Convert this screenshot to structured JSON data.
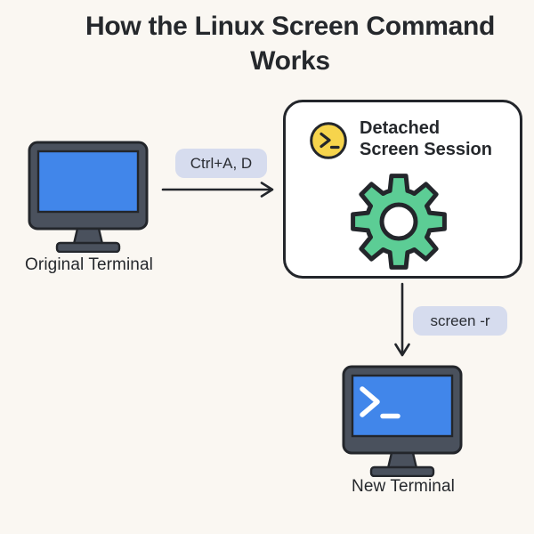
{
  "title": {
    "line1": "How the Linux Screen Command",
    "line2": "Works"
  },
  "diagram": {
    "original_terminal": {
      "label": "Original Terminal"
    },
    "detach_command": "Ctrl+A, D",
    "session_box": {
      "title_line1": "Detached",
      "title_line2": "Screen Session"
    },
    "reattach_command": "screen -r",
    "new_terminal": {
      "label": "New Terminal"
    }
  },
  "icons": {
    "session_badge": "terminal-prompt-icon",
    "session_gear": "gear-icon",
    "original_terminal": "monitor-icon",
    "new_terminal": "monitor-terminal-icon",
    "flow1": "right-arrow-icon",
    "flow2": "down-arrow-icon"
  },
  "colors": {
    "background": "#FAF7F2",
    "box_fill": "#FFFFFF",
    "outline": "#23262B",
    "monitor_frame": "#4A515D",
    "screen_blue": "#4186EA",
    "accent_green": "#5CCD95",
    "accent_yellow": "#F6D44C",
    "pill_bg": "#D6DCEE",
    "text": "#25282C"
  }
}
